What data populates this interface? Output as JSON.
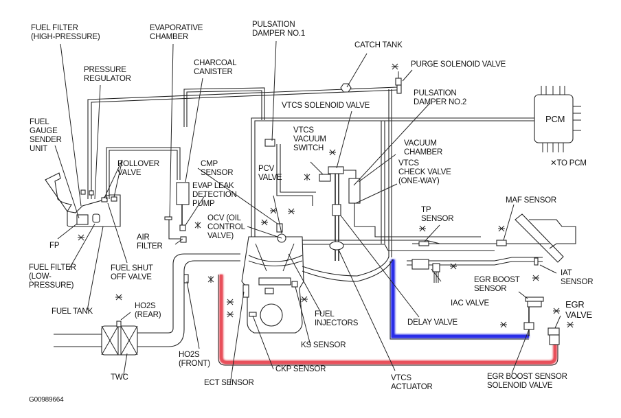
{
  "figure_id": "G00989664",
  "colors": {
    "background": "#ffffff",
    "line": "#222222",
    "egr_hose_red": "#e8505b",
    "vacuum_hose_blue": "#2a2ee8"
  },
  "symbols": {
    "to_pcm_marker": "✕",
    "to_pcm_label": "TO PCM"
  },
  "pcm": {
    "label": "PCM"
  },
  "labels": {
    "fuel_filter_high": [
      "FUEL FILTER",
      "(HIGH-PRESSURE)"
    ],
    "evaporative_chamber": [
      "EVAPORATIVE",
      "CHAMBER"
    ],
    "pulsation_damper_1": [
      "PULSATION",
      "DAMPER NO.1"
    ],
    "catch_tank": "CATCH TANK",
    "purge_solenoid_valve": "PURGE SOLENOID VALVE",
    "charcoal_canister": [
      "CHARCOAL",
      "CANISTER"
    ],
    "pressure_regulator": [
      "PRESSURE",
      "REGULATOR"
    ],
    "pulsation_damper_2": [
      "PULSATION",
      "DAMPER NO.2"
    ],
    "vtcs_solenoid_valve": "VTCS SOLENOID VALVE",
    "fuel_gauge_sender_unit": [
      "FUEL",
      "GAUGE",
      "SENDER",
      "UNIT"
    ],
    "vtcs_vacuum_switch": [
      "VTCS",
      "VACUUM",
      "SWITCH"
    ],
    "vacuum_chamber": [
      "VACUUM",
      "CHAMBER"
    ],
    "vtcs_check_valve": [
      "VTCS",
      "CHECK VALVE",
      "(ONE-WAY)"
    ],
    "rollover_valve": [
      "ROLLOVER",
      "VALVE"
    ],
    "cmp_sensor": [
      "CMP",
      "SENSOR"
    ],
    "pcv_valve": [
      "PCV",
      "VALVE"
    ],
    "evap_leak_detection_pump": [
      "EVAP LEAK",
      "DETECTION",
      "PUMP"
    ],
    "maf_sensor": "MAF SENSOR",
    "tp_sensor": [
      "TP",
      "SENSOR"
    ],
    "ocv": [
      "OCV (OIL",
      "CONTROL",
      "VALVE)"
    ],
    "air_filter": [
      "AIR",
      "FILTER"
    ],
    "fp": "FP",
    "fuel_filter_low": [
      "FUEL FILTER",
      "(LOW-",
      "PRESSURE)"
    ],
    "fuel_shut_off_valve": [
      "FUEL SHUT",
      "OFF VALVE"
    ],
    "iat_sensor": [
      "IAT",
      "SENSOR"
    ],
    "egr_boost_sensor": [
      "EGR BOOST",
      "SENSOR"
    ],
    "iac_valve": "IAC VALVE",
    "egr_valve": [
      "EGR",
      "VALVE"
    ],
    "fuel_tank": "FUEL TANK",
    "ho2s_rear": [
      "HO2S",
      "(REAR)"
    ],
    "fuel_injectors": [
      "FUEL",
      "INJECTORS"
    ],
    "delay_valve": "DELAY VALVE",
    "ks_sensor": "KS SENSOR",
    "ho2s_front": [
      "HO2S",
      "(FRONT)"
    ],
    "twc": "TWC",
    "ckp_sensor": "CKP SENSOR",
    "ect_sensor": "ECT SENSOR",
    "vtcs_actuator": [
      "VTCS",
      "ACTUATOR"
    ],
    "egr_boost_sensor_solenoid_valve": [
      "EGR BOOST SENSOR",
      "SOLENOID VALVE"
    ]
  }
}
